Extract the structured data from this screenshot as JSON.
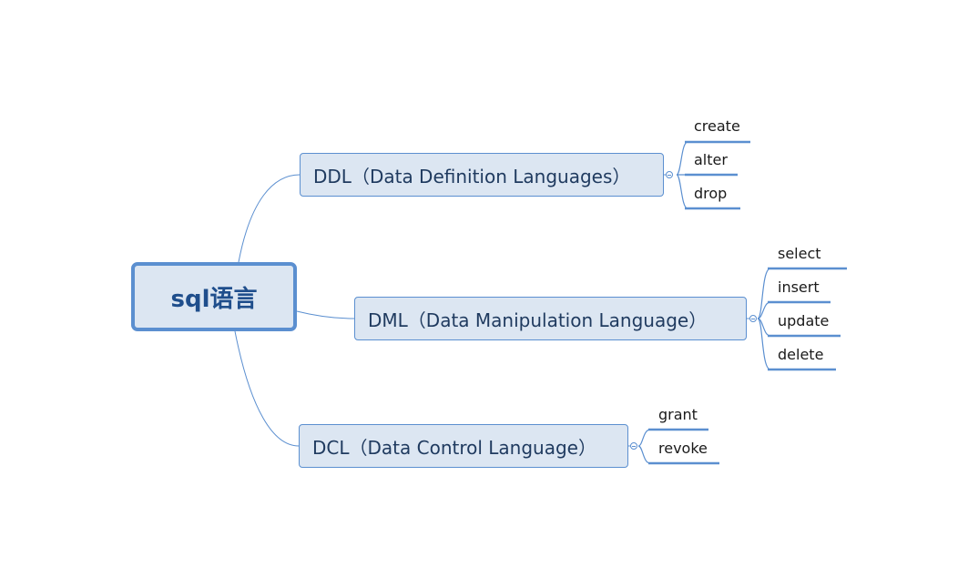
{
  "mindmap": {
    "root": "sql语言",
    "branches": [
      {
        "label": "DDL（Data Definition Languages）",
        "children": [
          "create",
          "alter",
          "drop"
        ]
      },
      {
        "label": "DML（Data Manipulation Language）",
        "children": [
          "select",
          "insert",
          "update",
          "delete"
        ]
      },
      {
        "label": "DCL（Data Control Language）",
        "children": [
          "grant",
          "revoke"
        ]
      }
    ]
  },
  "colors": {
    "node_fill": "#dce6f2",
    "node_border": "#5b8fd0",
    "root_text": "#1f4e8c",
    "branch_text": "#1f3a5f",
    "connector": "#5b8fd0"
  }
}
